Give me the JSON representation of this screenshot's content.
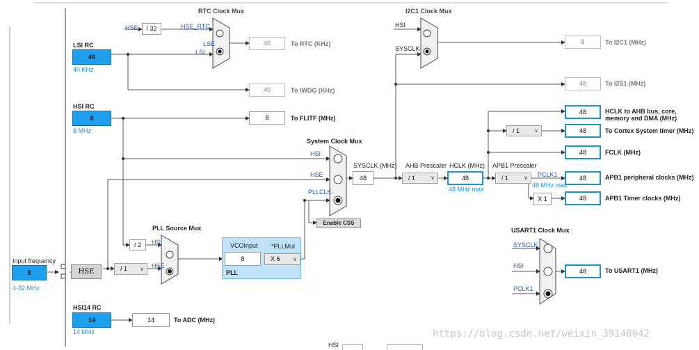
{
  "rtc": {
    "mux_title": "RTC Clock Mux",
    "hse_label": "HSE",
    "div32": "/ 32",
    "hse_rtc_label": "HSE_RTC",
    "lse_label": "LSE",
    "lsi_label": "LSI",
    "out_value": "40",
    "out_label": "To RTC (KHz)"
  },
  "lsi": {
    "title": "LSI RC",
    "value": "40",
    "freq": "40 KHz"
  },
  "iwdg": {
    "value": "40",
    "label": "To IWDG (KHz)"
  },
  "hsi": {
    "title": "HSI RC",
    "value": "8",
    "freq": "8 MHz"
  },
  "flitf": {
    "value": "8",
    "label": "To FLITF (MHz)"
  },
  "i2c1": {
    "mux_title": "I2C1 Clock Mux",
    "hsi_label": "HSI",
    "sysclk_label": "SYSCLK",
    "out_value": "8",
    "out_label": "To I2C1 (MHz)"
  },
  "i2s1": {
    "value": "48",
    "label": "To I2S1 (MHz)"
  },
  "sysmux": {
    "title": "System Clock Mux",
    "hsi_label": "HSI",
    "hse_label": "HSE",
    "pllclk_label": "PLLCLK",
    "enable_css": "Enable CSS"
  },
  "sysclk": {
    "label": "SYSCLK (MHz)",
    "value": "48"
  },
  "ahb": {
    "title": "AHB Prescaler",
    "value": "/ 1"
  },
  "hclk": {
    "title": "HCLK (MHz)",
    "value": "48",
    "max": "48 MHz max"
  },
  "apb1": {
    "title": "APB1 Prescaler",
    "value": "/ 1",
    "pclk1_label": "PCLK1",
    "pclk1_max": "48 MHz max"
  },
  "cortex_div": "/ 1",
  "outputs": {
    "hclk_ahb": {
      "value": "48",
      "label_line1": "HCLK to AHB bus, core,",
      "label_line2": "memory and DMA (MHz)"
    },
    "cortex": {
      "value": "48",
      "label": "To Cortex System timer (MHz)"
    },
    "fclk": {
      "value": "48",
      "label": "FCLK (MHz)"
    },
    "apb1_periph": {
      "value": "48",
      "label": "APB1 peripheral clocks (MHz)"
    },
    "apb1_timer": {
      "mult": "X 1",
      "value": "48",
      "label": "APB1 Timer clocks (MHz)"
    }
  },
  "pllsrc": {
    "title": "PLL Source Mux",
    "div2": "/ 2",
    "hsi_label": "HSI",
    "hse_label": "HSE"
  },
  "pll": {
    "vco_label": "VCOInput",
    "vco_value": "8",
    "mul_label": "*PLLMul",
    "mul_value": "X 6",
    "title": "PLL"
  },
  "input": {
    "label": "Input frequency",
    "value": "8",
    "range": "4-32 MHz"
  },
  "hse_block": "HSE",
  "hse_div": "/ 1",
  "usart1": {
    "title": "USART1 Clock Mux",
    "sysclk_label": "SYSCLK",
    "hsi_label": "HSI",
    "pclk1_label": "PCLK1",
    "out_value": "48",
    "out_label": "To USART1 (MHz)"
  },
  "hsi14": {
    "title": "HSI14 RC",
    "value": "14",
    "freq": "14 MHz"
  },
  "adc": {
    "value": "14",
    "label": "To ADC (MHz)"
  },
  "bottom_hsi": "HSI",
  "watermark": "https://blog.csdn.net/weixin_39148042"
}
